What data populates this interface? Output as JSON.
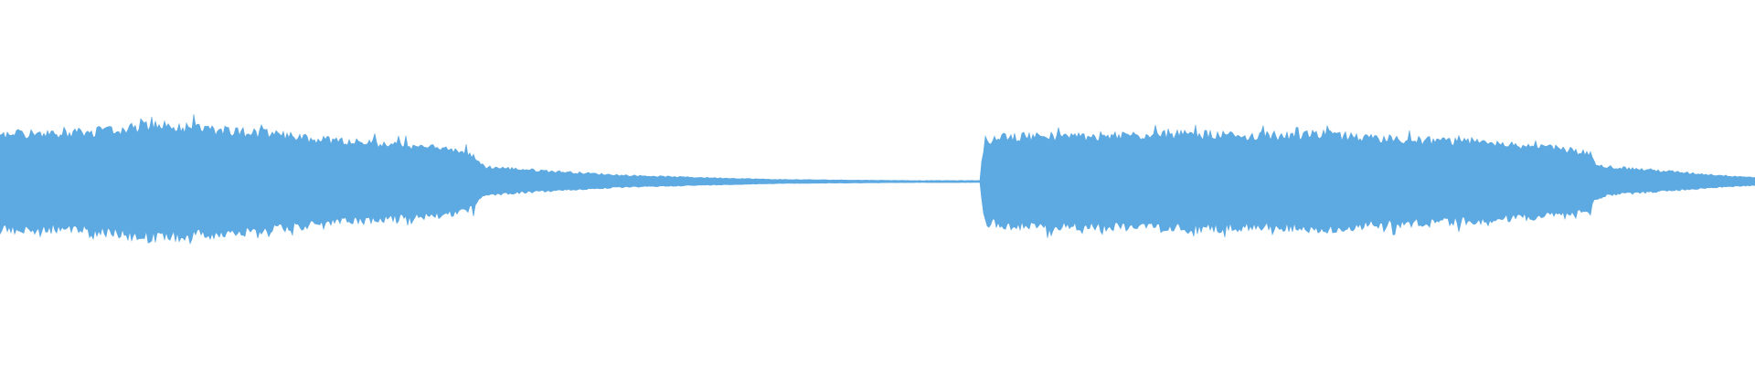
{
  "waveform": {
    "color": "#5da9e1",
    "background": "#ffffff",
    "segments": [
      {
        "name": "segment-1-loud",
        "amplitude": 0.62,
        "jitter": 0.06
      },
      {
        "name": "segment-1-decay",
        "amplitude": 0.18,
        "jitter": 0.05
      },
      {
        "name": "silence",
        "amplitude": 0.0,
        "jitter": 0.0
      },
      {
        "name": "segment-2-loud",
        "amplitude": 0.6,
        "jitter": 0.06
      },
      {
        "name": "segment-2-decay",
        "amplitude": 0.16,
        "jitter": 0.05
      }
    ]
  }
}
